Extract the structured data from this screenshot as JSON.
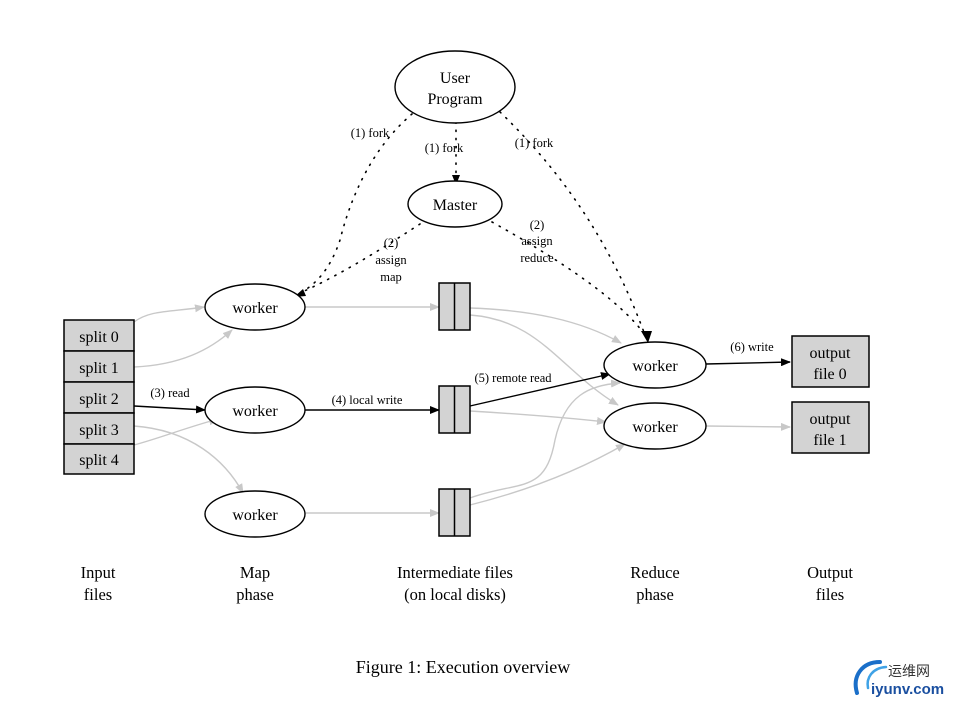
{
  "nodes": {
    "user_program": [
      "User",
      "Program"
    ],
    "master": "Master",
    "map_workers": [
      "worker",
      "worker",
      "worker"
    ],
    "reduce_workers": [
      "worker",
      "worker"
    ],
    "splits": [
      "split 0",
      "split 1",
      "split 2",
      "split 3",
      "split 4"
    ],
    "outputs": [
      [
        "output",
        "file 0"
      ],
      [
        "output",
        "file 1"
      ]
    ]
  },
  "edge_labels": {
    "fork_left": "(1) fork",
    "fork_center": "(1) fork",
    "fork_right": "(1) fork",
    "assign_map": [
      "(2)",
      "assign",
      "map"
    ],
    "assign_reduce": [
      "(2)",
      "assign",
      "reduce"
    ],
    "read": "(3) read",
    "local_write": "(4) local write",
    "remote_read": "(5) remote read",
    "write": "(6) write"
  },
  "phases": [
    [
      "Input",
      "files"
    ],
    [
      "Map",
      "phase"
    ],
    [
      "Intermediate files",
      "(on local disks)"
    ],
    [
      "Reduce",
      "phase"
    ],
    [
      "Output",
      "files"
    ]
  ],
  "caption": "Figure 1: Execution overview",
  "watermark": {
    "cn_text": "运维网",
    "site": "iyunv.com",
    "accent": "#1a6fc9"
  },
  "colors": {
    "box_fill": "#d3d3d3",
    "active_edge": "#000000",
    "inactive_edge": "#c8c8c8"
  }
}
